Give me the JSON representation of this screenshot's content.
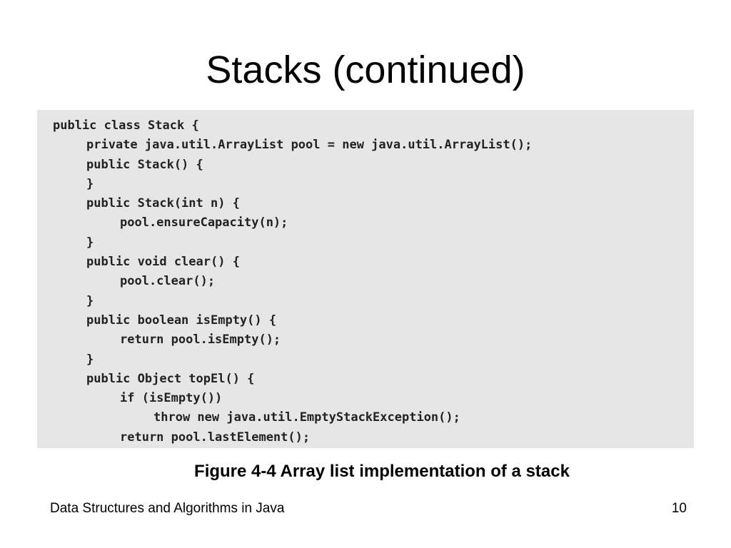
{
  "slide": {
    "title": "Stacks (continued)",
    "caption": "Figure 4-4 Array list implementation of a stack",
    "footer_left": "Data Structures and Algorithms in Java",
    "page_number": "10"
  },
  "code": {
    "lines": [
      "public class Stack {",
      "private java.util.ArrayList pool = new java.util.ArrayList();",
      "public Stack() {",
      "}",
      "public Stack(int n) {",
      "pool.ensureCapacity(n);",
      "}",
      "public void clear() {",
      "pool.clear();",
      "}",
      "public boolean isEmpty() {",
      "return pool.isEmpty();",
      "}",
      "public Object topEl() {",
      "if (isEmpty())",
      "throw new java.util.EmptyStackException();",
      "return pool.lastElement();"
    ]
  }
}
